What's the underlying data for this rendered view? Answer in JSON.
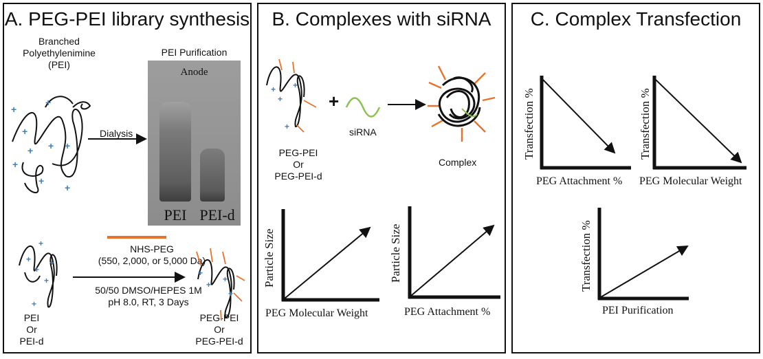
{
  "panelA": {
    "title": "A. PEG-PEI library synthesis",
    "pei_label_line1": "Branched",
    "pei_label_line2": "Polyethylenimine",
    "pei_label_line3": "(PEI)",
    "dialysis": "Dialysis",
    "purification_title": "PEI Purification",
    "anode": "Anode",
    "lane1": "PEI",
    "lane2": "PEI-d",
    "reagent_line1": "NHS-PEG",
    "reagent_line2": "(550, 2,000, or 5,000 Da)",
    "condition_line1": "50/50 DMSO/HEPES 1M",
    "condition_line2": "pH 8.0, RT, 3 Days",
    "input_line1": "PEI",
    "input_line2": "Or",
    "input_line3": "PEI-d",
    "product_line1": "PEG-PEI",
    "product_line2": "Or",
    "product_line3": "PEG-PEI-d"
  },
  "panelB": {
    "title": "B. Complexes with siRNA",
    "polymer_line1": "PEG-PEI",
    "polymer_line2": "Or",
    "polymer_line3": "PEG-PEI-d",
    "sirna": "siRNA",
    "complex": "Complex",
    "plus": "+",
    "graph1_y": "Particle Size",
    "graph1_x": "PEG Molecular Weight",
    "graph2_y": "Particle Size",
    "graph2_x": "PEG Attachment %"
  },
  "panelC": {
    "title": "C. Complex Transfection",
    "graph1_y": "Transfection %",
    "graph1_x": "PEG Attachment %",
    "graph2_y": "Transfection %",
    "graph2_x": "PEG Molecular Weight",
    "graph3_y": "Transfection %",
    "graph3_x": "PEI Purification"
  },
  "colors": {
    "peg_orange": "#e8722a",
    "charge_blue": "#3d7fc0",
    "sirna_green": "#8cc152",
    "gel_gray": "#939393"
  }
}
